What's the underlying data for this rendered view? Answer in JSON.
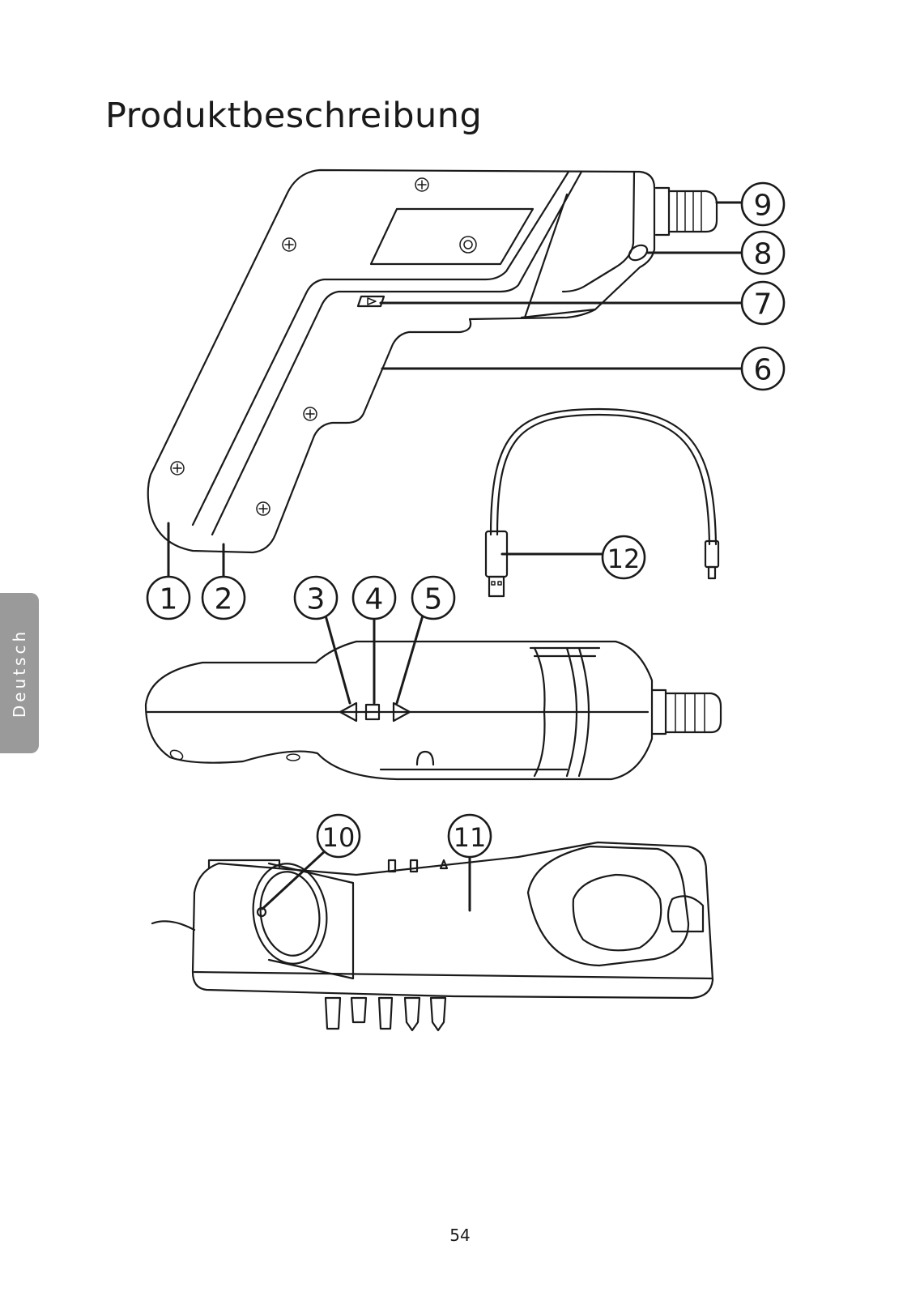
{
  "page": {
    "title": "Produktbeschreibung",
    "side_tab": "Deutsch",
    "page_number": "54"
  },
  "callouts": [
    "1",
    "2",
    "3",
    "4",
    "5",
    "6",
    "7",
    "8",
    "9",
    "10",
    "11",
    "12"
  ]
}
